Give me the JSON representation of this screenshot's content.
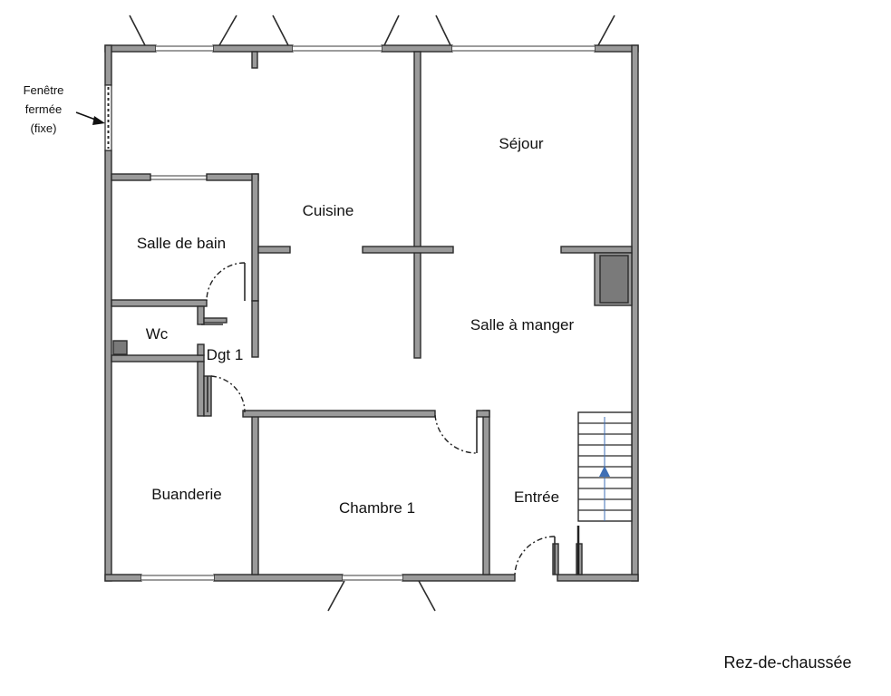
{
  "floor_label": "Rez-de-chaussée",
  "annotation": {
    "line1": "Fenêtre",
    "line2": "fermée",
    "line3": "(fixe)"
  },
  "rooms": {
    "sejour": "Séjour",
    "cuisine": "Cuisine",
    "salle_de_bain": "Salle de bain",
    "wc": "Wc",
    "degagement": "Dgt 1",
    "salle_a_manger": "Salle à manger",
    "buanderie": "Buanderie",
    "chambre": "Chambre 1",
    "entree": "Entrée"
  },
  "colors": {
    "wall_fill": "#9a9a9a",
    "wall_stroke": "#2b2b2b",
    "stair_arrow": "#3f6fb5"
  }
}
